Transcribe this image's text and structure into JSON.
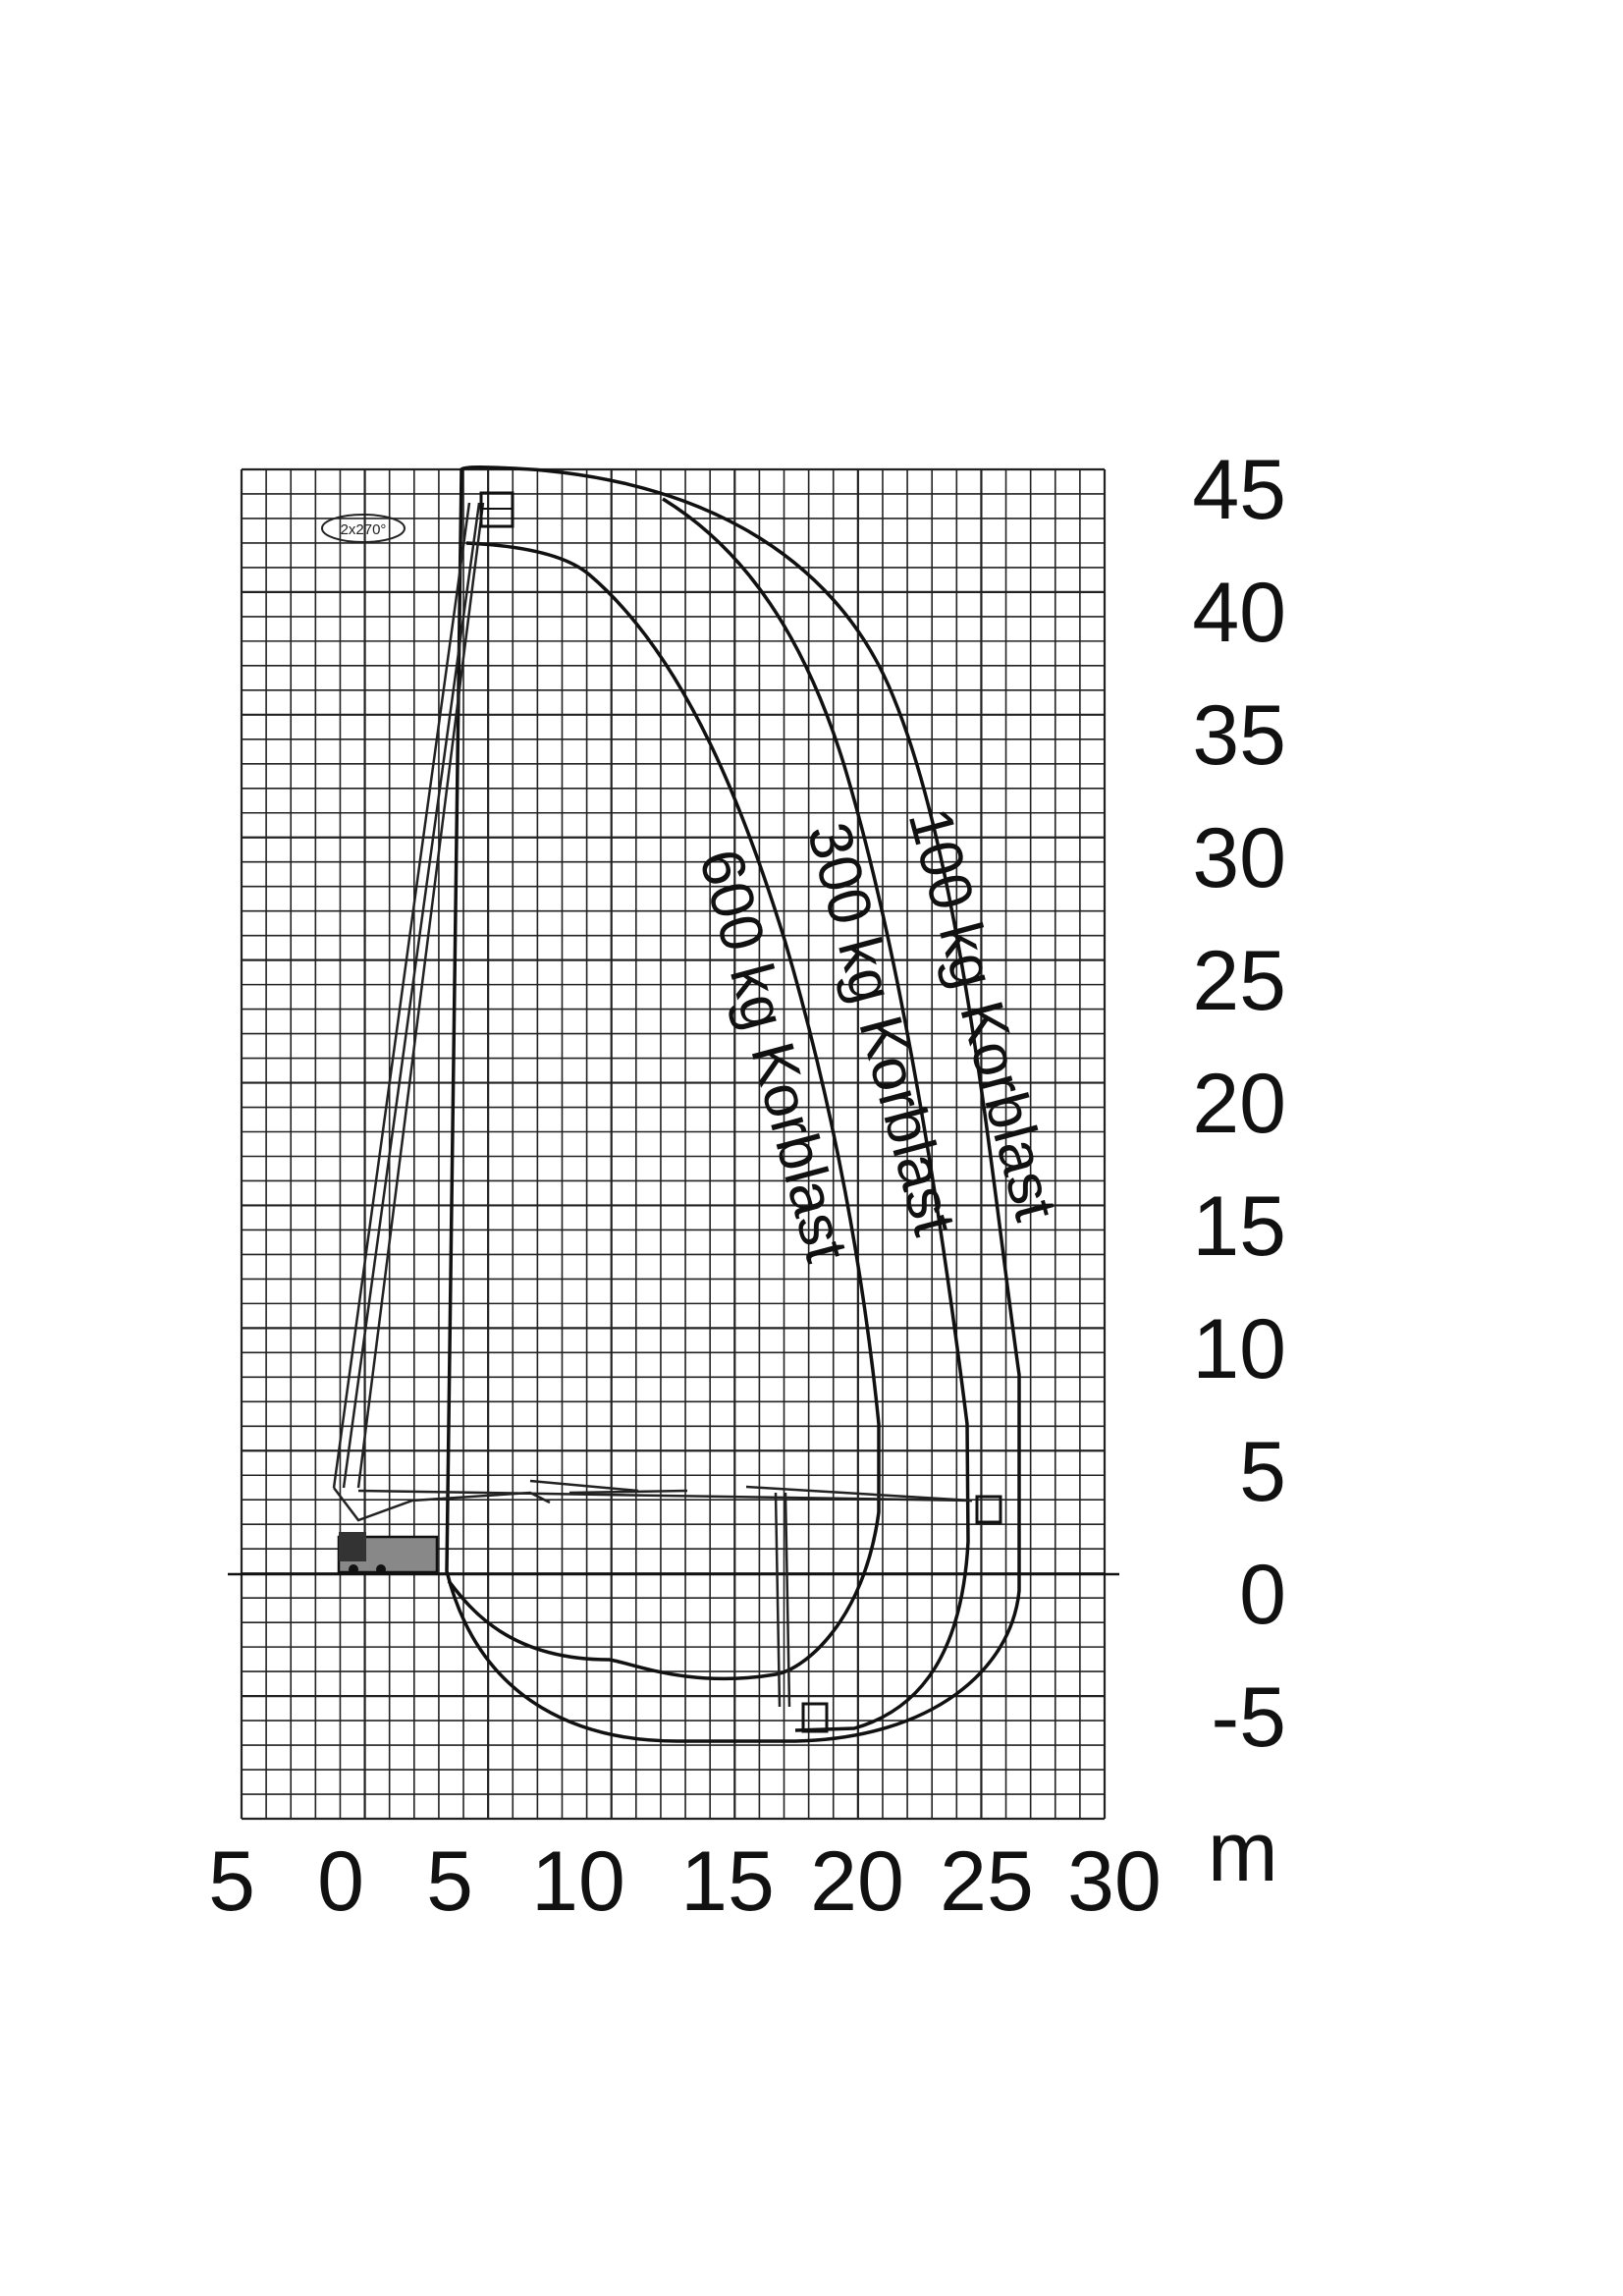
{
  "diagram": {
    "x_ticks": [
      "5",
      "0",
      "5",
      "10",
      "15",
      "20",
      "25",
      "30"
    ],
    "y_ticks": [
      "45",
      "40",
      "35",
      "30",
      "25",
      "20",
      "15",
      "10",
      "5",
      "0",
      "-5"
    ],
    "unit": "m",
    "rotation_badge": "2x270°",
    "curves": [
      {
        "label": "100 kg Korblast"
      },
      {
        "label": "300 kg Korblast"
      },
      {
        "label": "600 kg Korblast"
      }
    ]
  }
}
